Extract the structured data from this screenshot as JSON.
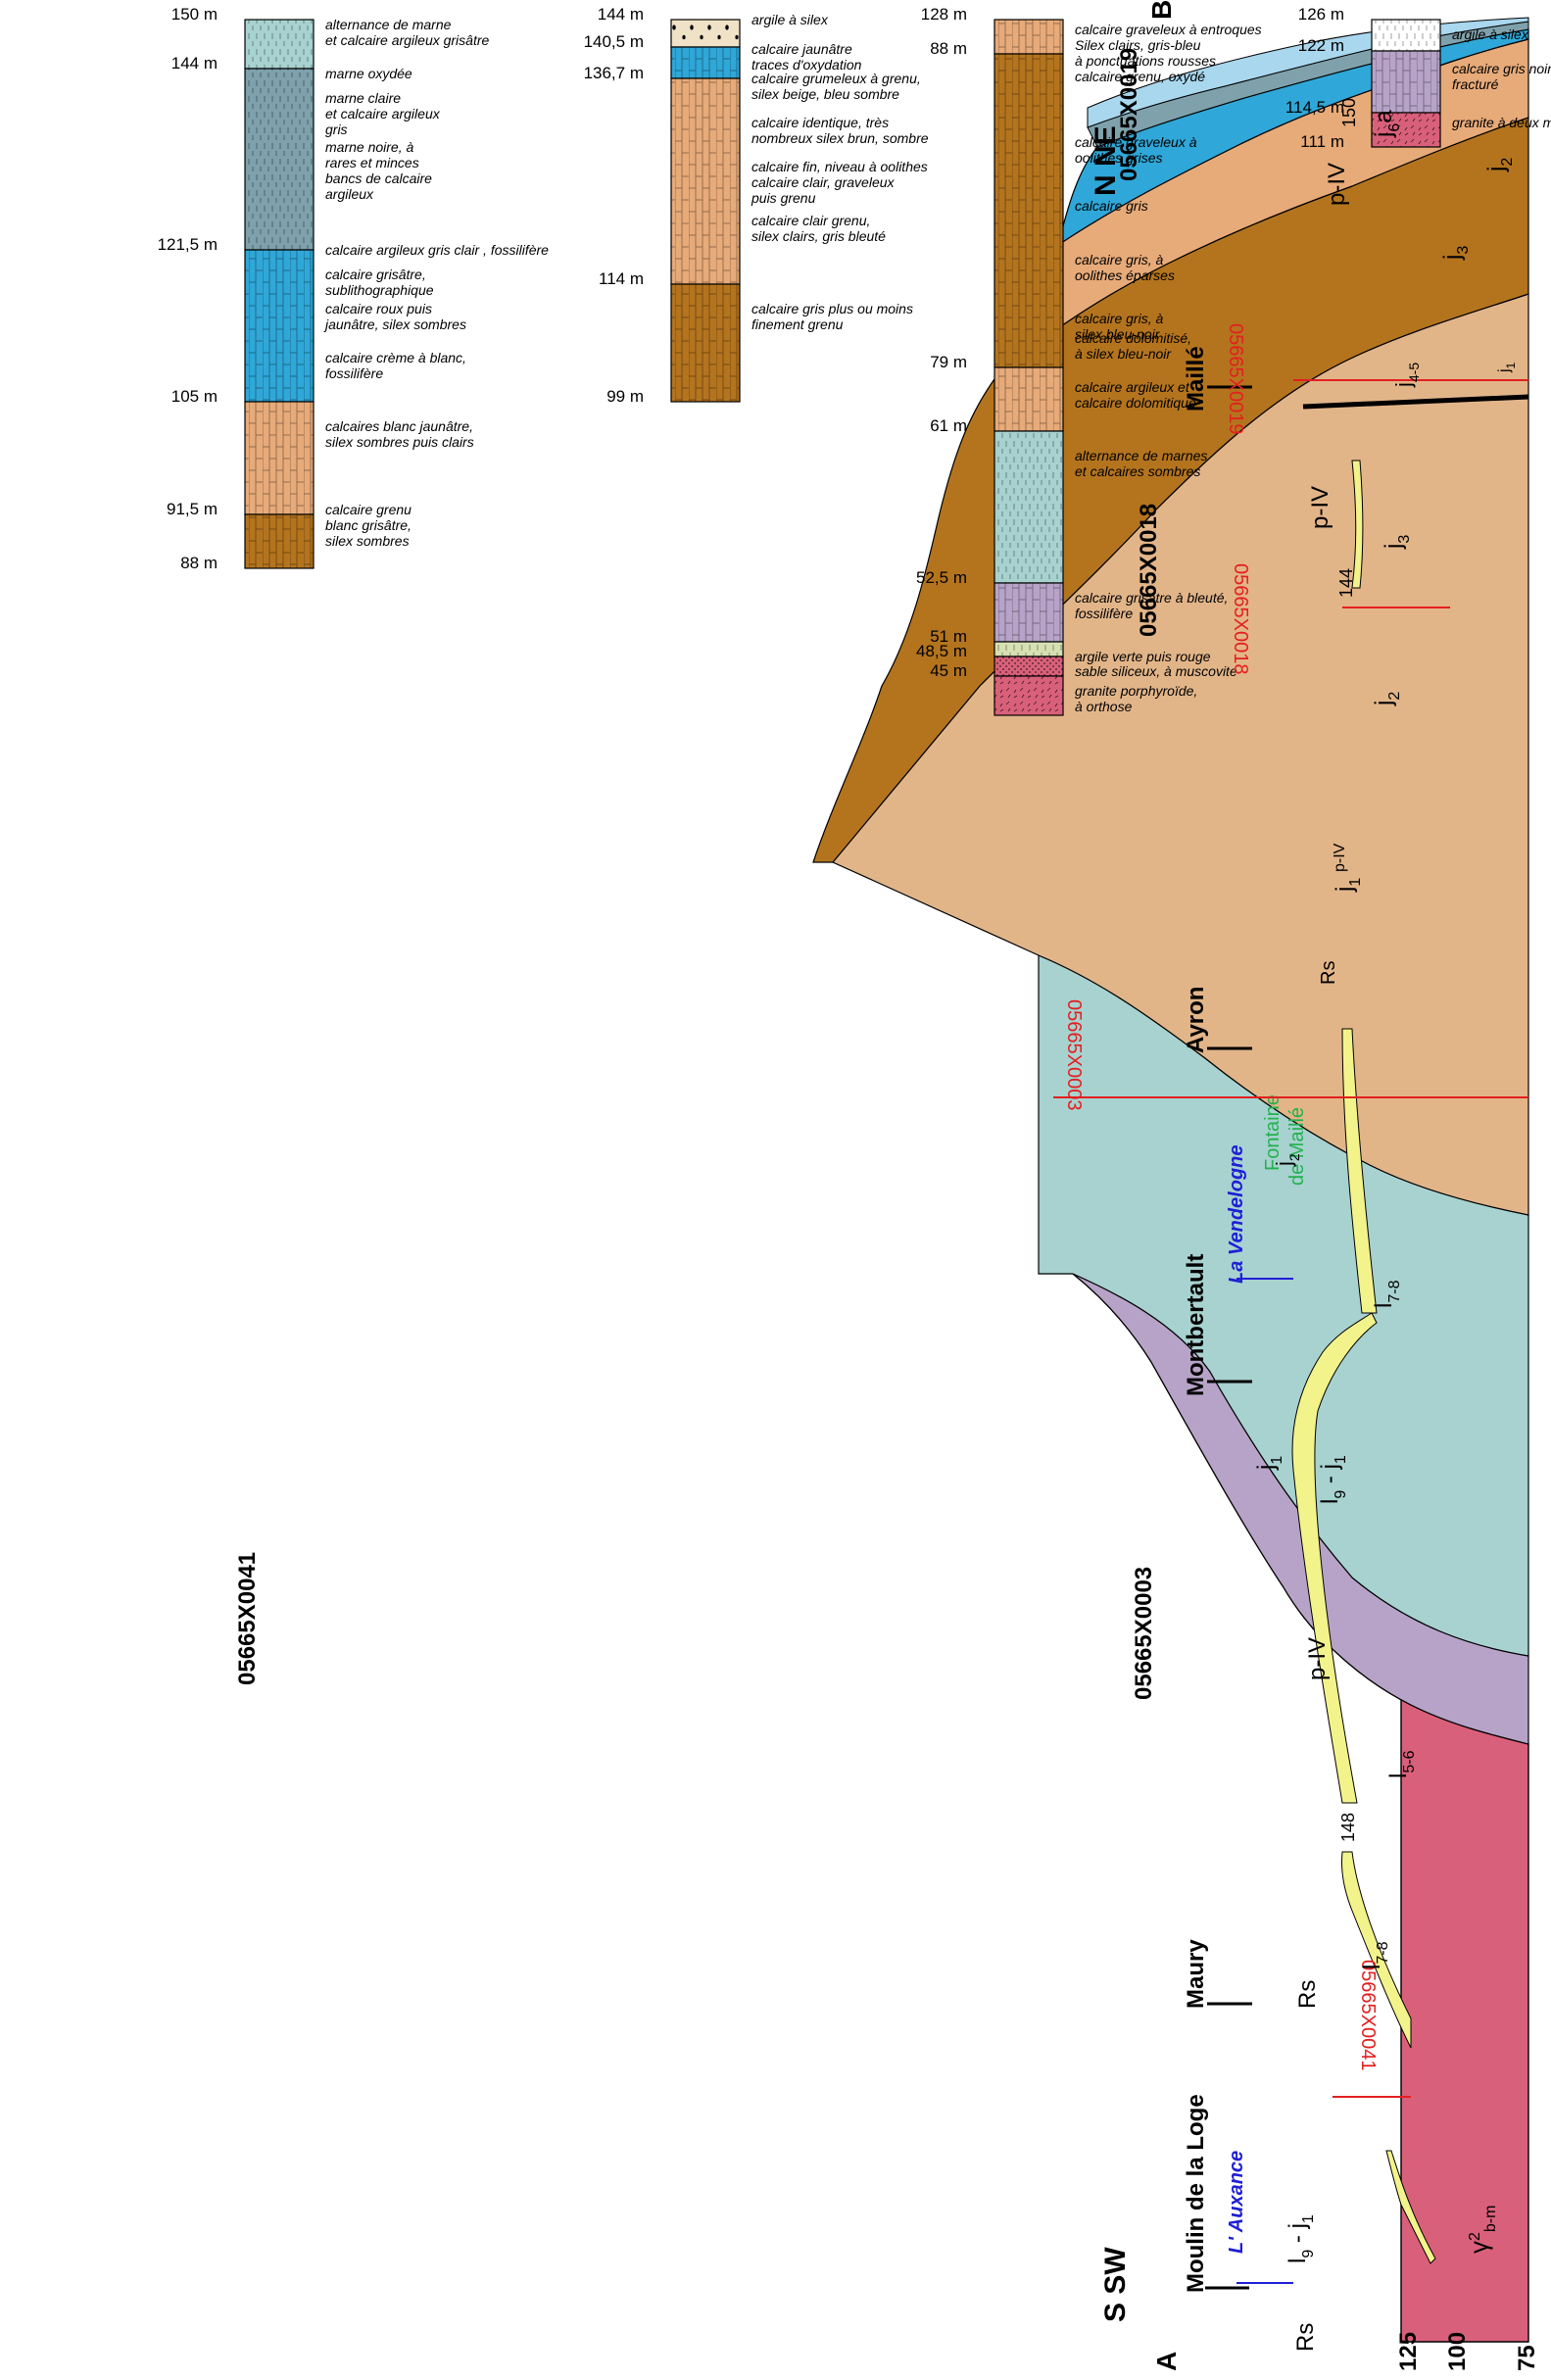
{
  "section": {
    "end_a": "A",
    "end_b": "B",
    "orient_south": "S SW",
    "orient_north": "N NE",
    "elevation_ticks": [
      "125",
      "100",
      "75"
    ],
    "places": [
      {
        "id": "moulin",
        "label": "Moulin de la Loge"
      },
      {
        "id": "maury",
        "label": "Maury"
      },
      {
        "id": "montbertault",
        "label": "Montbertault"
      },
      {
        "id": "ayron",
        "label": "Ayron"
      },
      {
        "id": "maille",
        "label": "Maillé"
      }
    ],
    "rivers": [
      {
        "id": "auxance",
        "label": "L' Auxance"
      },
      {
        "id": "vendelogne",
        "label": "La Vendelogne"
      }
    ],
    "spring": [
      "Fontaine",
      "de Maillé"
    ],
    "wells": [
      "05665X0041",
      "05665X0003",
      "05665X0018",
      "05665X0019"
    ],
    "spot_heights": [
      "148",
      "144",
      "150"
    ],
    "units": {
      "gamma": "γ",
      "gamma_sup": "2",
      "gamma_sub": "b-m",
      "l56": "l",
      "l56_sub": "5-6",
      "l78": "l",
      "l78_sub": "7-8",
      "l9j1_a": "l",
      "l9j1_a_sub": "9",
      "l9j1_b": " - j",
      "l9j1_b_sub": "1",
      "j1": "j",
      "j1_sub": "1",
      "j2": "j",
      "j2_sub": "2",
      "j3": "j",
      "j3_sub": "3",
      "j45": "j",
      "j45_sub": "4-5",
      "j6a": "j",
      "j6a_sub": "6",
      "j6a_tail": "a",
      "piv": "p-IV",
      "rs": "Rs"
    }
  },
  "logs": [
    {
      "id": "05665X0041",
      "label": "05665X0041",
      "depths": [
        "126 m",
        "122 m",
        "114,5 m",
        "111 m"
      ],
      "layers": [
        {
          "color": "#ffffff",
          "pattern": "dashes"
        },
        {
          "color": "#b7a3c8",
          "pattern": "bricks"
        },
        {
          "color": "#d9607a",
          "pattern": "granite"
        }
      ],
      "descriptions": [
        [
          "argile à silex"
        ],
        [
          "calcaire gris noirâtre",
          "fracturé"
        ],
        [
          "granite à deux micas"
        ]
      ]
    },
    {
      "id": "05665X0003",
      "label": "05665X0003",
      "depths": [
        "128 m",
        "88 m",
        "79 m",
        "61 m",
        "52,5 m",
        "51 m",
        "48,5 m",
        "45 m"
      ],
      "layers": [
        {
          "color": "#e7aa79",
          "pattern": "bricks"
        },
        {
          "color": "#b4741e",
          "pattern": "bricks"
        },
        {
          "color": "#e7aa79",
          "pattern": "bricks"
        },
        {
          "color": "#a7d2d0",
          "pattern": "dashes"
        },
        {
          "color": "#b7a3c8",
          "pattern": "bricks"
        },
        {
          "color": "#d7e0b2",
          "pattern": "dashes"
        },
        {
          "color": "#d9607a",
          "pattern": "dots"
        },
        {
          "color": "#d9607a",
          "pattern": "granite"
        }
      ],
      "descriptions": [
        [
          "calcaire graveleux à entroques",
          "Silex clairs, gris-bleu",
          "à ponctuations rousses",
          "calcaire grenu, oxydé"
        ],
        [
          "calcaire graveleux à",
          "oolithes grises"
        ],
        [
          "calcaire gris"
        ],
        [
          "calcaire gris, à",
          "oolithes éparses"
        ],
        [
          "calcaire gris, à",
          "silex bleu-noir"
        ],
        [
          "calcaire dolomitisé,",
          "à silex bleu-noir"
        ],
        [
          "calcaire argileux et",
          "calcaire dolomitique"
        ],
        [
          "alternance de marnes",
          "et calcaires sombres"
        ],
        [
          "calcaire grisâtre à bleuté,",
          "fossilifère"
        ],
        [
          "argile verte puis rouge"
        ],
        [
          "sable siliceux, à muscovite"
        ],
        [
          "granite porphyroïde,",
          "à orthose"
        ]
      ]
    },
    {
      "id": "05665X0018",
      "label": "05665X0018",
      "depths": [
        "144 m",
        "140,5 m",
        "136,7 m",
        "114 m",
        "99 m"
      ],
      "layers": [
        {
          "color": "#efe2c6",
          "pattern": "flint"
        },
        {
          "color": "#2fa7d8",
          "pattern": "bricks"
        },
        {
          "color": "#e7aa79",
          "pattern": "bricks"
        },
        {
          "color": "#b4741e",
          "pattern": "bricks"
        }
      ],
      "descriptions": [
        [
          "argile à silex"
        ],
        [
          "calcaire jaunâtre",
          "traces d'oxydation"
        ],
        [
          "calcaire grumeleux à grenu,",
          "silex beige, bleu sombre"
        ],
        [
          "calcaire identique, très",
          "nombreux silex brun, sombre"
        ],
        [
          "calcaire fin, niveau à oolithes",
          "calcaire clair, graveleux",
          "puis grenu"
        ],
        [
          "calcaire clair grenu,",
          "silex clairs,  gris bleuté"
        ],
        [
          "calcaire gris plus ou moins",
          "finement grenu"
        ]
      ]
    },
    {
      "id": "05665X0019",
      "label": "05665X0019",
      "depths": [
        "150 m",
        "144 m",
        "121,5 m",
        "105 m",
        "91,5 m",
        "88 m"
      ],
      "layers": [
        {
          "color": "#a7d2d0",
          "pattern": "dashes"
        },
        {
          "color": "#7fa1ab",
          "pattern": "dashes"
        },
        {
          "color": "#2fa7d8",
          "pattern": "bricks"
        },
        {
          "color": "#e7aa79",
          "pattern": "bricks"
        },
        {
          "color": "#b4741e",
          "pattern": "bricks"
        }
      ],
      "descriptions": [
        [
          "alternance de marne",
          "et calcaire argileux grisâtre"
        ],
        [
          "marne oxydée"
        ],
        [
          "marne claire",
          "et calcaire argileux",
          "gris"
        ],
        [
          "marne noire, à",
          "rares et minces",
          "bancs de calcaire",
          "argileux"
        ],
        [
          "calcaire argileux gris clair , fossilifère"
        ],
        [
          "calcaire grisâtre,",
          "sublithographique"
        ],
        [
          "calcaire roux puis",
          "jaunâtre, silex sombres"
        ],
        [
          "calcaire crème à blanc,",
          "fossilifère"
        ],
        [
          "calcaires blanc jaunâtre,",
          "silex sombres puis clairs"
        ],
        [
          "calcaire grenu",
          "blanc grisâtre,",
          "silex sombres"
        ]
      ]
    }
  ],
  "colors": {
    "granite": "#d9607a",
    "l56": "#b7a3c8",
    "l78": "#a7d2d0",
    "l9j1": "#e2b589",
    "j1": "#b4741e",
    "j2": "#e7aa79",
    "j3": "#2fa7d8",
    "j45": "#7fa1ab",
    "j6a": "#a9d7ee",
    "piv": "#f3f38c",
    "rs": "#fbf7c6",
    "well_line": "#e31f1f",
    "river": "#1f1fd6",
    "spring": "#23b14d"
  }
}
